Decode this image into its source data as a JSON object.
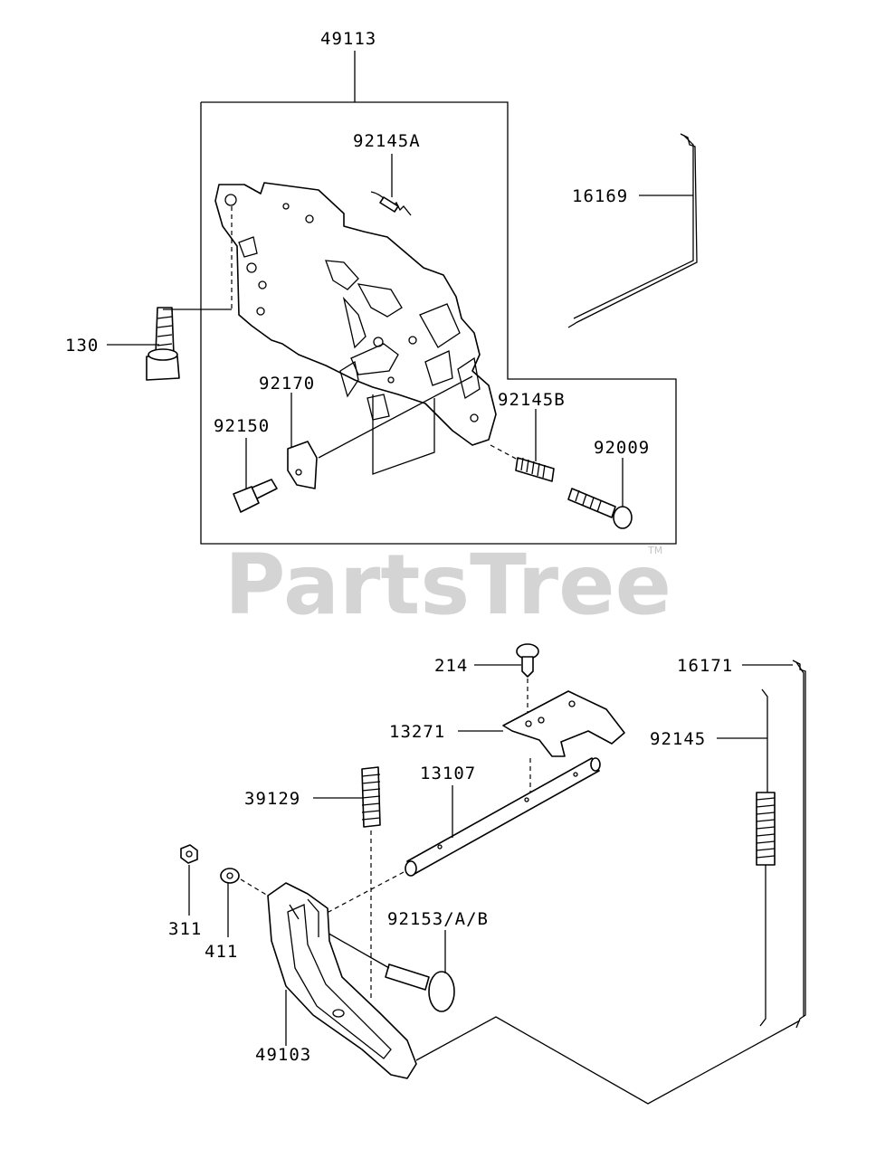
{
  "watermark": {
    "text": "PartsTree",
    "trademark": "TM"
  },
  "labels": {
    "p49113": "49113",
    "p92145A": "92145A",
    "p16169": "16169",
    "p130": "130",
    "p92170": "92170",
    "p92145B": "92145B",
    "p92150": "92150",
    "p92009": "92009",
    "p214": "214",
    "p16171": "16171",
    "p13271": "13271",
    "p92145": "92145",
    "p13107": "13107",
    "p39129": "39129",
    "p311": "311",
    "p92153": "92153/A/B",
    "p411": "411",
    "p49103": "49103"
  }
}
